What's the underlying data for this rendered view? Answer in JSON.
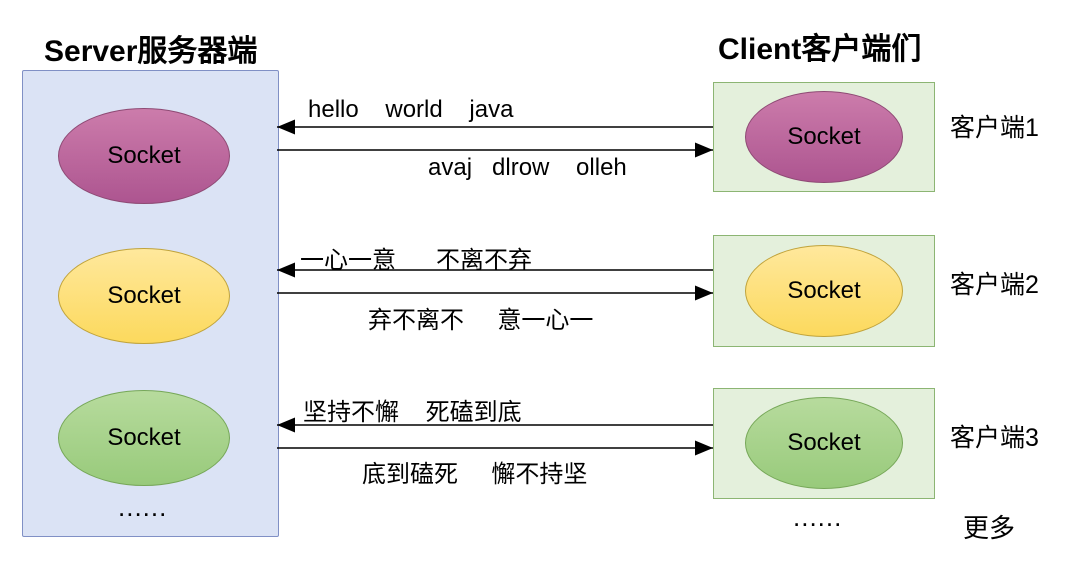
{
  "titles": {
    "server": "Server服务器端",
    "client": "Client客户端们"
  },
  "server": {
    "sockets": [
      {
        "label": "Socket",
        "color": "purple"
      },
      {
        "label": "Socket",
        "color": "yellow"
      },
      {
        "label": "Socket",
        "color": "green"
      }
    ],
    "ellipsis": "......"
  },
  "clients": [
    {
      "socket_label": "Socket",
      "name": "客户端1",
      "color": "purple"
    },
    {
      "socket_label": "Socket",
      "name": "客户端2",
      "color": "yellow"
    },
    {
      "socket_label": "Socket",
      "name": "客户端3",
      "color": "green"
    }
  ],
  "messages": [
    {
      "to_server": "hello    world    java",
      "to_client": "avaj   dlrow    olleh"
    },
    {
      "to_server": "一心一意      不离不弃",
      "to_client": "弃不离不     意一心一"
    },
    {
      "to_server": "坚持不懈    死磕到底",
      "to_client": "底到磕死     懈不持坚"
    }
  ],
  "clients_ellipsis": "......",
  "more_label": "更多",
  "palette": {
    "server_box_fill": "#dbe3f5",
    "server_box_border": "#8090c5",
    "client_box_fill": "#e4f0dc",
    "client_box_border": "#8cb573",
    "purple_fill": "#bd6a9e",
    "purple_border": "#8e4a74",
    "yellow_fill": "#ffdf7a",
    "yellow_border": "#c0a33b",
    "green_fill": "#a8d28c",
    "green_border": "#76a758",
    "arrow": "#000000"
  }
}
